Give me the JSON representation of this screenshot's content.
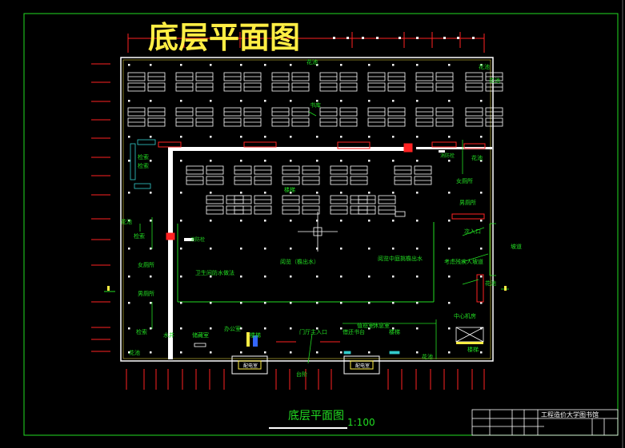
{
  "drawing": {
    "title_top": "底层平面图",
    "title_bottom": "底层平面图",
    "scale": "1:100",
    "institution": "工程造价大学图书馆"
  },
  "colors": {
    "background": "#000000",
    "frame": "#22dd22",
    "wall": "#ffffff",
    "label": "#22dd22",
    "accent_red": "#ff2222",
    "title_yellow": "#ffee44",
    "cyan": "#33cccc"
  },
  "rooms": {
    "flowerbed": "花池",
    "flowerbed_2": "花池",
    "flowerbed_3": "花池",
    "flowerbed_4": "花池",
    "flowerbed_5": "花池",
    "flowerbed_6": "花池",
    "flowerbed_7": "花池",
    "flowerbed_8": "花池",
    "retrieval_1": "检索",
    "retrieval_2": "检索",
    "retrieval_3": "检索",
    "retrieval_4": "检索",
    "stacks": "书库",
    "toilet_female_1": "女厕所",
    "toilet_male_1": "男厕所",
    "toilet_female_2": "女厕所",
    "toilet_male_2": "男厕所",
    "entrance_1": "次入口",
    "ramp": "坡道",
    "reading_area": "阅览（檐出水）",
    "reading_area_2": "阅览中庭挑檐出水",
    "health_room": "卫生间防水做法",
    "accessible": "考虑残疾人坡道",
    "center": "中心机房",
    "office": "办公室",
    "hall": "门厅主入口",
    "desk": "借还书台",
    "storage": "储藏室",
    "duty": "值班室",
    "lounge": "休息室",
    "stair_1": "楼梯",
    "stair_2": "楼梯",
    "stair_3": "楼梯",
    "stair_4": "楼梯",
    "steps": "台阶",
    "water_well": "水井",
    "fire_hydrant_1": "消防栓",
    "fire_hydrant_2": "消防栓",
    "room_a": "配电室",
    "room_b": "配电室"
  }
}
